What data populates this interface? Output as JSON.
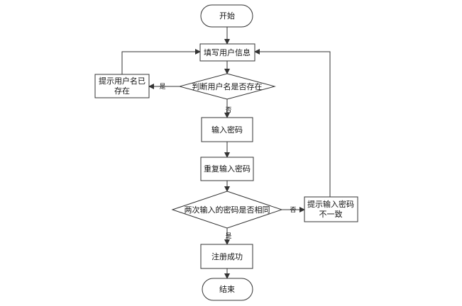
{
  "flowchart": {
    "start": "开始",
    "fill_info": "填写用户信息",
    "check_username": "判断用户名是否存在",
    "username_exists_line1": "提示用户名已",
    "username_exists_line2": "存在",
    "enter_password": "输入密码",
    "repeat_password": "重复输入密码",
    "compare_passwords": "两次输入的密码是否相同",
    "mismatch_line1": "提示输入密码",
    "mismatch_line2": "不一致",
    "success": "注册成功",
    "end": "结束",
    "label_yes_1": "是",
    "label_no_1": "否",
    "label_no_2": "否",
    "label_yes_2": "是"
  },
  "colors": {
    "stroke": "#333333",
    "fill": "#ffffff",
    "text": "#111111"
  }
}
